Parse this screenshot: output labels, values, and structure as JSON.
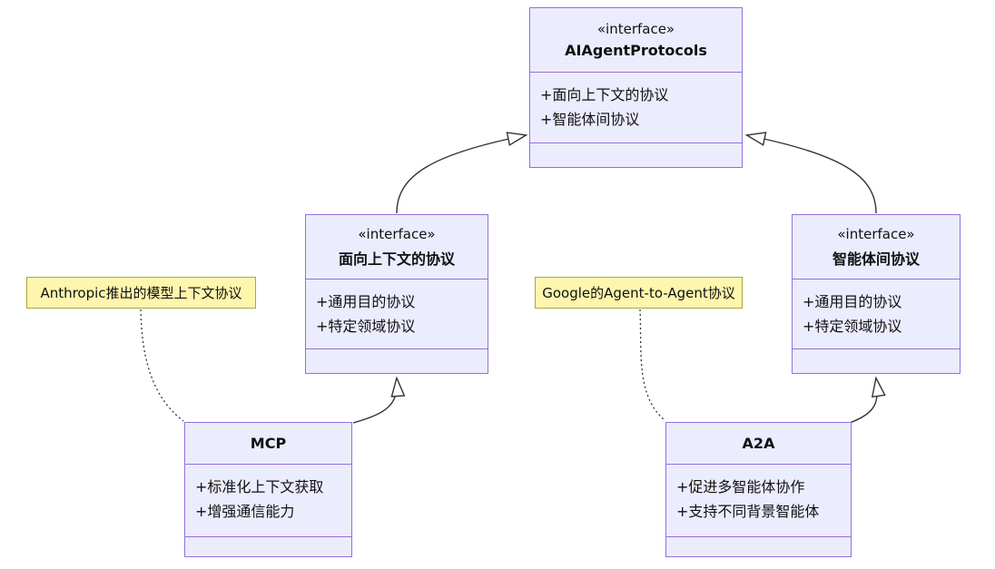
{
  "diagram": {
    "type": "uml-class-diagram",
    "classes": {
      "ai": {
        "stereotype": "«interface»",
        "name": "AIAgentProtocols",
        "attributes": [
          "+面向上下文的协议",
          "+智能体间协议"
        ]
      },
      "ctx": {
        "stereotype": "«interface»",
        "name": "面向上下文的协议",
        "attributes": [
          "+通用目的协议",
          "+特定领域协议"
        ]
      },
      "a2p": {
        "stereotype": "«interface»",
        "name": "智能体间协议",
        "attributes": [
          "+通用目的协议",
          "+特定领域协议"
        ]
      },
      "mcp": {
        "name": "MCP",
        "attributes": [
          "+标准化上下文获取",
          "+增强通信能力"
        ]
      },
      "a2a": {
        "name": "A2A",
        "attributes": [
          "+促进多智能体协作",
          "+支持不同背景智能体"
        ]
      }
    },
    "notes": {
      "mcp_note": "Anthropic推出的模型上下文协议",
      "a2a_note": "Google的Agent-to-Agent协议"
    },
    "relationships": [
      {
        "from": "面向上下文的协议",
        "to": "AIAgentProtocols",
        "type": "realization"
      },
      {
        "from": "智能体间协议",
        "to": "AIAgentProtocols",
        "type": "realization"
      },
      {
        "from": "MCP",
        "to": "面向上下文的协议",
        "type": "realization"
      },
      {
        "from": "A2A",
        "to": "智能体间协议",
        "type": "realization"
      },
      {
        "from": "note:Anthropic推出的模型上下文协议",
        "to": "MCP",
        "type": "note-link-dotted"
      },
      {
        "from": "note:Google的Agent-to-Agent协议",
        "to": "A2A",
        "type": "note-link-dotted"
      }
    ],
    "colors": {
      "node_fill": "#ECECFF",
      "node_border": "#9370DB",
      "note_fill": "#FFF5AD",
      "note_border": "#AAAA33",
      "edge": "#333333",
      "text": "#111111",
      "background": "#FFFFFF"
    }
  }
}
